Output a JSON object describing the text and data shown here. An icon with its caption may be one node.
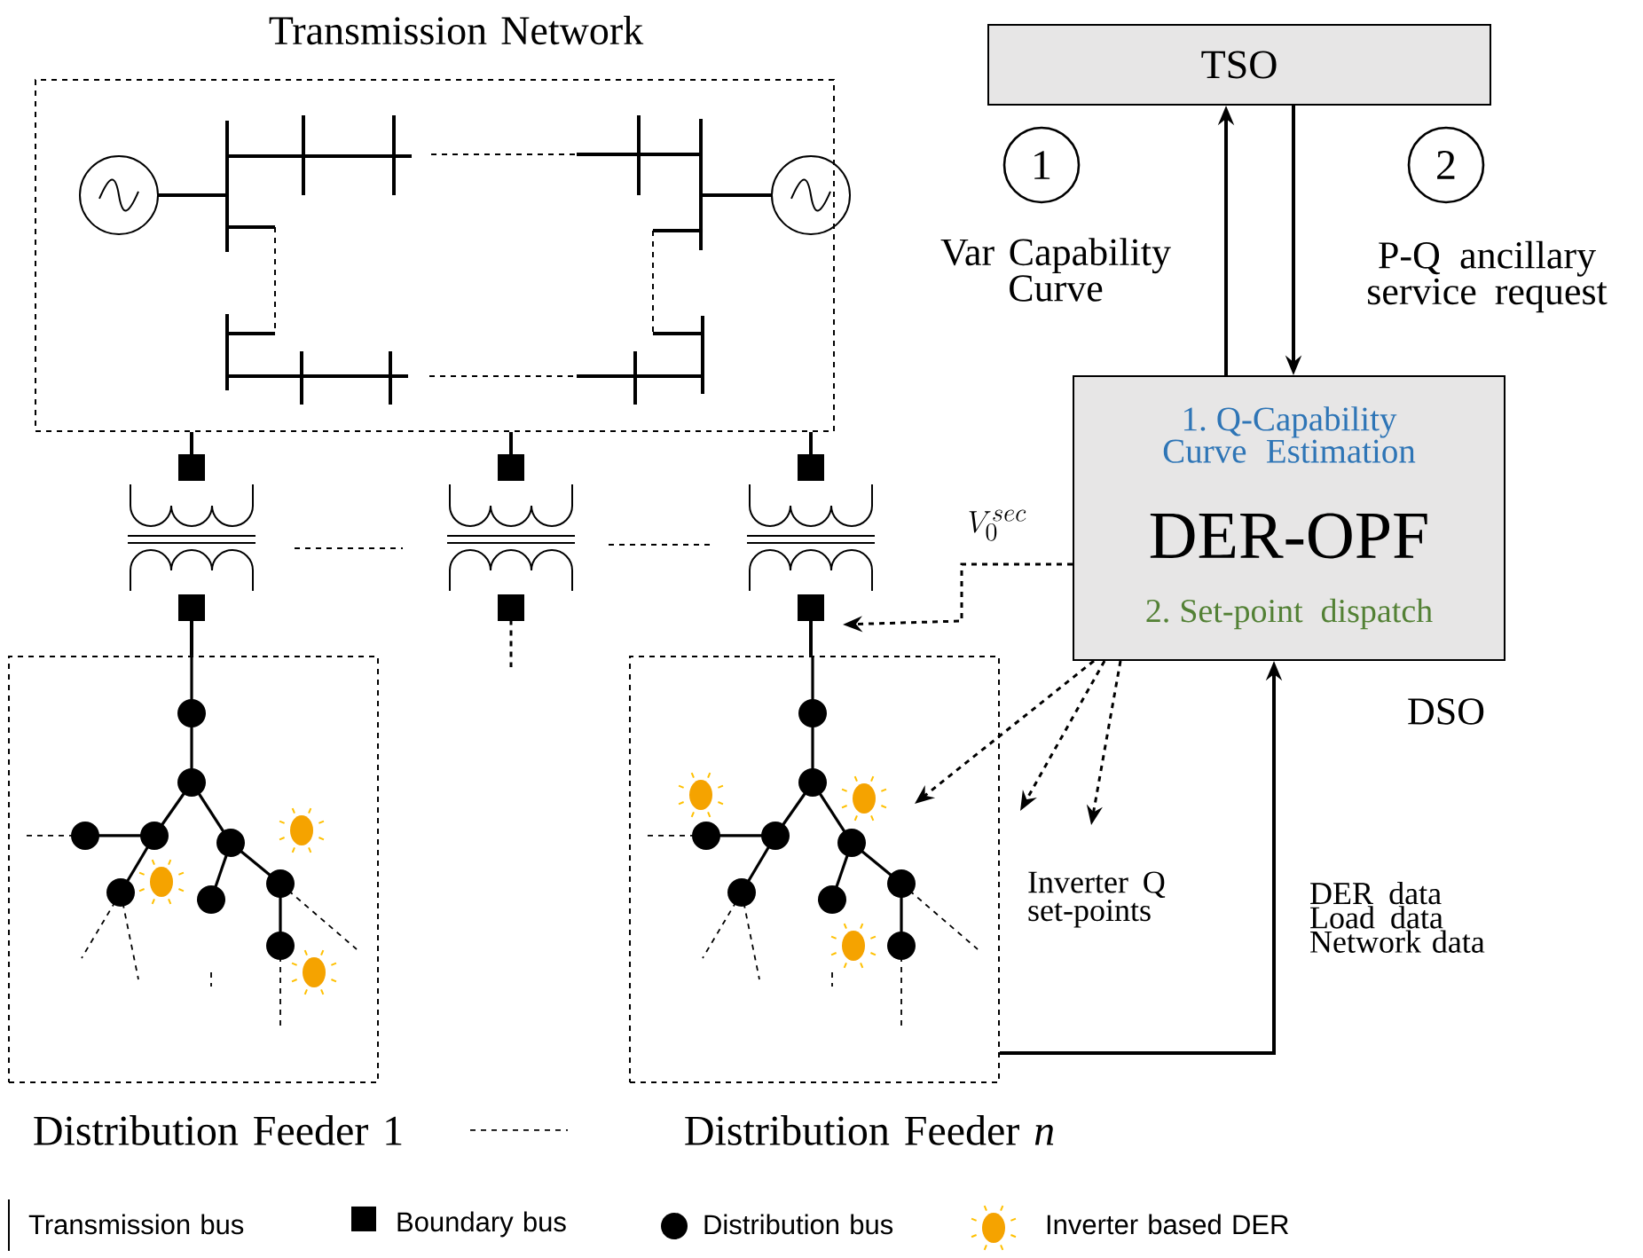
{
  "diagram": {
    "nodes": [
      {
        "text": [
          "Transmission Network"
        ]
      },
      {
        "text": [
          "TSO"
        ]
      },
      {
        "text": [
          "1"
        ]
      },
      {
        "text": [
          "2"
        ]
      },
      {
        "text": [
          "1. Q-Capability Curve Estimation",
          "DER-OPF",
          "2. Set-point dispatch"
        ],
        "beside": [
          "DSO"
        ]
      },
      {
        "text": [
          "Distribution Feeder 1"
        ]
      },
      {
        "text": [
          "Distribution Feeder *n*"
        ]
      },
      {
        "text": [],
        "shape": "transformer"
      },
      {
        "text": [],
        "shape": "transformer"
      },
      {
        "text": [],
        "shape": "transformer"
      }
    ],
    "edges": [
      {
        "from": 4,
        "to": 1,
        "arrow": "to",
        "label": "Var Capability Curve"
      },
      {
        "from": 1,
        "to": 4,
        "arrow": "to",
        "label": "P-Q ancillary service request"
      },
      {
        "from": 6,
        "to": 4,
        "arrow": "to",
        "label": "DER data Load data Network data"
      },
      {
        "from": 4,
        "to": 9,
        "arrow": "to",
        "style": "dashed",
        "label": "V_{0}^{sec}"
      },
      {
        "from": 4,
        "to": 6,
        "arrow": "to",
        "style": "dashed"
      },
      {
        "from": 4,
        "to": null,
        "arrow": "to",
        "style": "dashed"
      },
      {
        "from": 4,
        "to": null,
        "arrow": "to",
        "style": "dashed"
      },
      {
        "from": 0,
        "to": 7,
        "arrow": "other"
      },
      {
        "from": 7,
        "to": 5,
        "arrow": "other"
      },
      {
        "from": 0,
        "to": 8,
        "arrow": "other"
      },
      {
        "from": 8,
        "to": null,
        "arrow": "other",
        "style": "dashed"
      },
      {
        "from": 0,
        "to": 9,
        "arrow": "other"
      },
      {
        "from": 9,
        "to": 6,
        "arrow": "other"
      }
    ],
    "labels": [
      "Inverter Q set-points"
    ],
    "legend": [
      {
        "text": "Transmission bus"
      },
      {
        "text": "Boundary bus"
      },
      {
        "text": "Distribution bus"
      },
      {
        "text": "Inverter based DER"
      }
    ]
  }
}
